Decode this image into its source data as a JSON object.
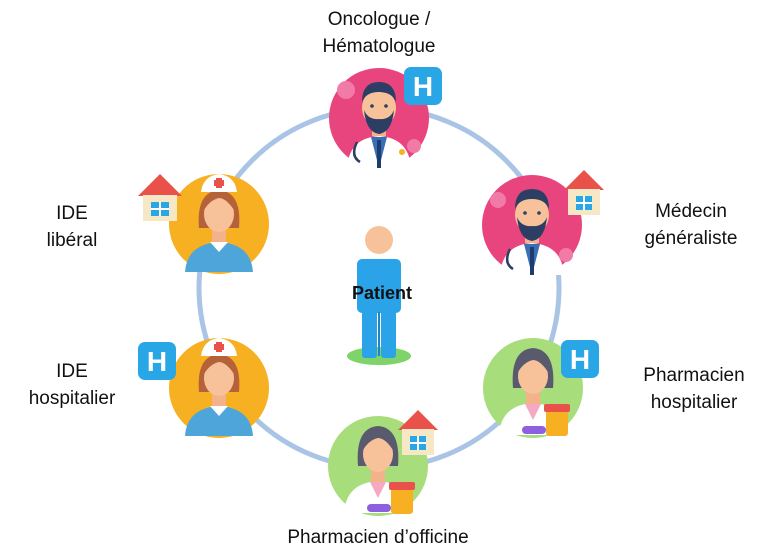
{
  "labels": {
    "oncologue": [
      "Oncologue /",
      "Hématologue"
    ],
    "medecin": [
      "Médecin",
      "généraliste"
    ],
    "pharma_hosp": [
      "Pharmacien",
      "hospitalier"
    ],
    "pharma_off": [
      "Pharmacien d’officine"
    ],
    "ide_hosp": [
      "IDE",
      "hospitalier"
    ],
    "ide_lib": [
      "IDE",
      "libéral"
    ],
    "patient": "Patient"
  },
  "badges": {
    "hospital": "H"
  },
  "icons": {
    "oncologue": "doctor-icon",
    "medecin": "doctor-icon",
    "pharma_hosp": "pharmacist-icon",
    "pharma_off": "pharmacist-icon",
    "ide_hosp": "nurse-icon",
    "ide_lib": "nurse-icon",
    "hospital_badge": "hospital-icon",
    "home_badge": "house-icon",
    "patient": "person-icon"
  },
  "colors": {
    "ring": "#a9c4e4",
    "doctor_bg": "#e8457e",
    "nurse_bg": "#f6b021",
    "pharmacist_bg": "#a8dd7c",
    "hospital_badge": "#29a6e6",
    "patient": "#2aa3e8",
    "patient_head": "#f7c29a",
    "patient_base": "#7ed36a"
  }
}
